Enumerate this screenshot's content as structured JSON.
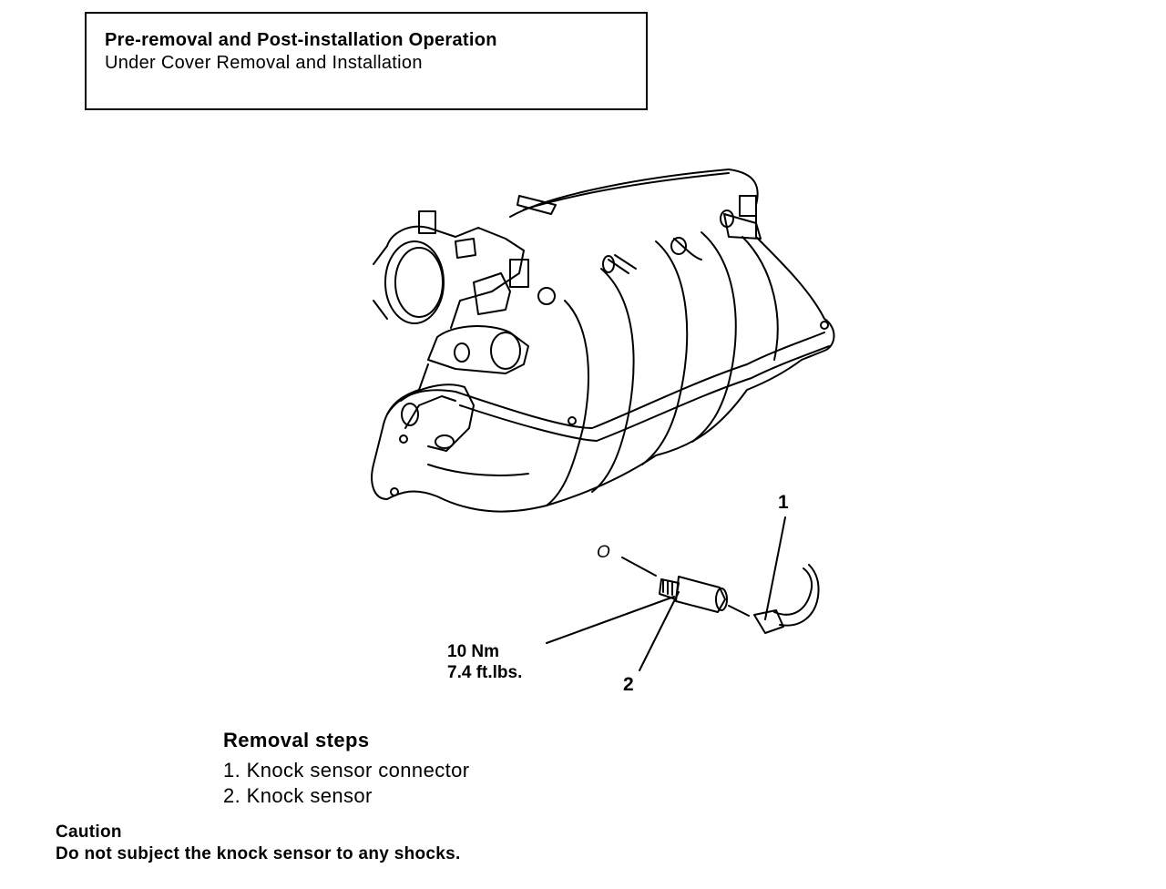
{
  "header_box": {
    "title": "Pre-removal and Post-installation Operation",
    "subtitle": "Under Cover Removal and Installation"
  },
  "diagram": {
    "callout_1": "1",
    "callout_2": "2",
    "oring_label": "O",
    "torque_nm": "10 Nm",
    "torque_ftlbs": "7.4 ft.lbs."
  },
  "removal": {
    "heading": "Removal steps",
    "steps": [
      "1. Knock sensor connector",
      "2. Knock sensor"
    ]
  },
  "caution": {
    "heading": "Caution",
    "text": "Do not subject the knock sensor to any shocks."
  }
}
